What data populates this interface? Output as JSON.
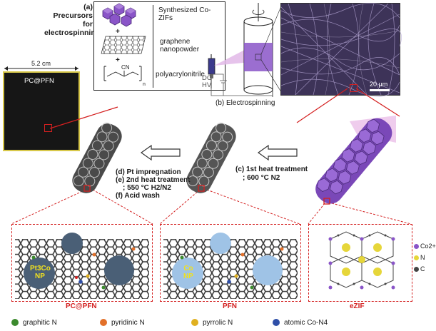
{
  "precursors": {
    "title": "(a) Precursors for electrospinning",
    "title_line1": "(a) Precursors for",
    "title_line2": "electrospinning",
    "zif_label_line1": "Synthesized Co-",
    "zif_label_line2": "ZIFs",
    "graphene_label_line1": "graphene",
    "graphene_label_line2": "nanopowder",
    "polymer_label": "polyacrylonitrile",
    "polymer_group": "CN",
    "polymer_sub": "n",
    "plus": "+"
  },
  "electrospinning": {
    "power_line1": "DC",
    "power_line2": "HV",
    "caption": "(b) Electrospinning",
    "scale_bar": "20 μm"
  },
  "sample": {
    "width_label": "5.2 cm",
    "name": "PC@PFN"
  },
  "steps": {
    "d": "(d) Pt impregnation",
    "e_line1": "(e) 2nd heat treatment",
    "e_line2": "; 550 °C H2/N2",
    "f": "(f) Acid wash",
    "c_line1": "(c) 1st heat treatment",
    "c_line2": "; 600 °C N2"
  },
  "panels": {
    "left_np_line1": "Pt3Co",
    "left_np_line2": "NP",
    "mid_np_line1": "Co",
    "mid_np_line2": "NP",
    "left_caption": "PC@PFN",
    "mid_caption": "PFN",
    "right_caption": "eZIF"
  },
  "zif_legend": {
    "co": "Co2+",
    "n": "N",
    "c": "C"
  },
  "legend": {
    "graphitic": "graphitic N",
    "pyridinic": "pyridinic N",
    "pyrrolic": "pyrrolic N",
    "atomic": "atomic Co-N4"
  },
  "colors": {
    "graphitic": "#3c8a2e",
    "pyridinic": "#e2702a",
    "pyrrolic": "#e0b020",
    "atomic": "#2f4fa8",
    "zif_purple": "#8a55c8",
    "dash_red": "#d42020",
    "co_np": "#9fc3e6",
    "pt3co_np": "#4a5f76"
  }
}
